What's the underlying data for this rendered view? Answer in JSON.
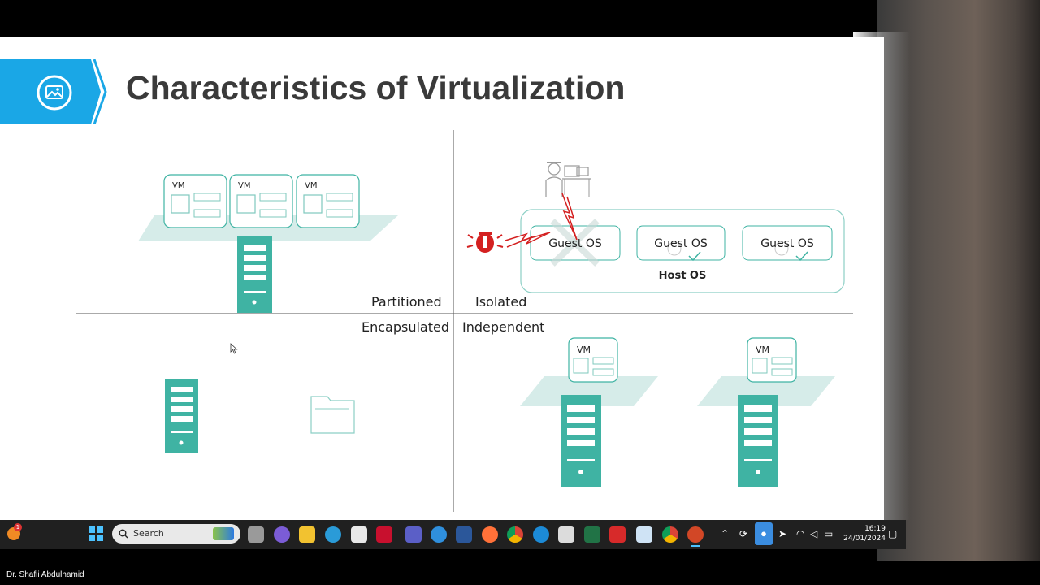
{
  "slide": {
    "title": "Characteristics of Virtualization",
    "quadrants": {
      "partitioned": "Partitioned",
      "isolated": "Isolated",
      "encapsulated": "Encapsulated",
      "independent": "Independent"
    },
    "vm_label": "VM",
    "guest_os": [
      "Guest OS",
      "Guest OS",
      "Guest OS"
    ],
    "host_os": "Host OS"
  },
  "taskbar": {
    "notification_badge": "1",
    "search_placeholder": "Search",
    "time": "16:19",
    "date": "24/01/2024"
  },
  "caption": "Dr. Shafii Abdulhamid",
  "colors": {
    "accent_blue": "#1aa7e6",
    "teal": "#3fb3a3",
    "teal_light": "#cfeae6",
    "threat_red": "#d42020",
    "taskbar": "#202020"
  }
}
